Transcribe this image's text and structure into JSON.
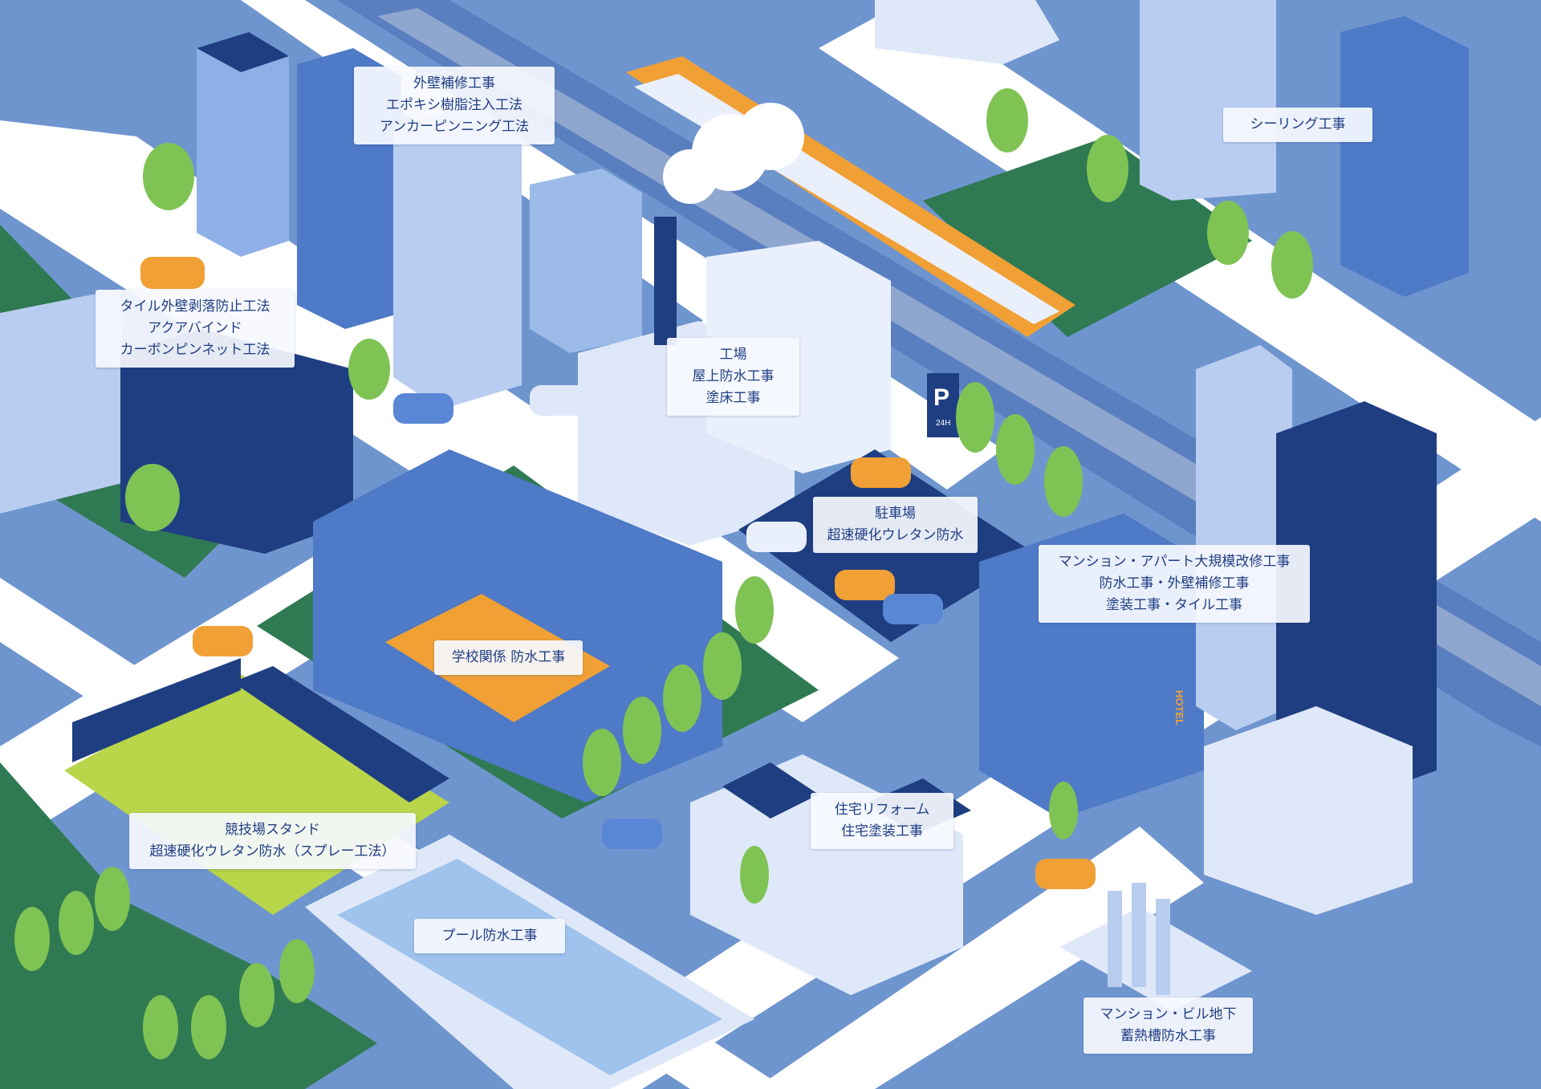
{
  "colors": {
    "block": "#6f95cf",
    "road": "#ffffff",
    "park": "#2f7a52",
    "building_light": "#b9cdf0",
    "building_mid": "#4e7ac7",
    "building_dark": "#1f3e82",
    "accent_orange": "#f0a035",
    "tree": "#7fc354",
    "label_text": "#1f3e82"
  },
  "labels": {
    "exterior_repair": [
      "外壁補修工事",
      "エポキシ樹脂注入工法",
      "アンカーピンニング工法"
    ],
    "sealing": [
      "シーリング工事"
    ],
    "tile_wall": [
      "タイル外壁剥落防止工法",
      "アクアバインド",
      "カーボンピンネット工法"
    ],
    "factory": [
      "工場",
      "屋上防水工事",
      "塗床工事"
    ],
    "parking": [
      "駐車場",
      "超速硬化ウレタン防水"
    ],
    "mansion": [
      "マンション・アパート大規模改修工事",
      "防水工事・外壁補修工事",
      "塗装工事・タイル工事"
    ],
    "school": [
      "学校関係 防水工事"
    ],
    "housing": [
      "住宅リフォーム",
      "住宅塗装工事"
    ],
    "stadium": [
      "競技場スタンド",
      "超速硬化ウレタン防水（スプレー工法）"
    ],
    "pool": [
      "プール防水工事"
    ],
    "basement": [
      "マンション・ビル地下",
      "蓄熱槽防水工事"
    ]
  },
  "signs": {
    "parking_sign": "P",
    "parking_hours": "24H",
    "hotel_sign": "HOTEL"
  }
}
